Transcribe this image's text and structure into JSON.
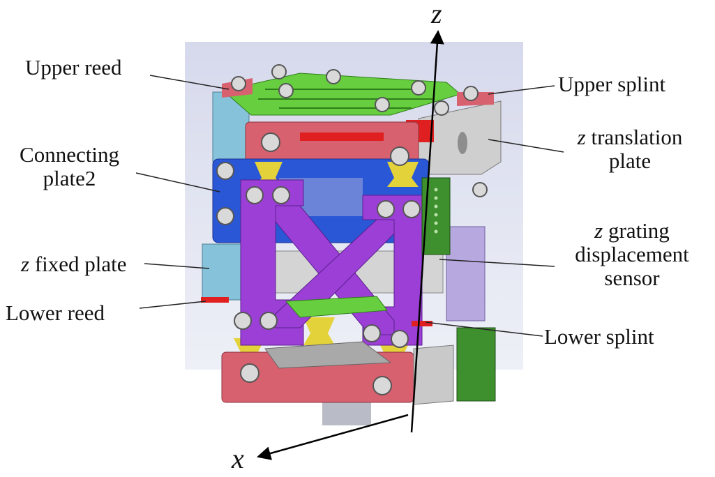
{
  "axes": {
    "z": "z",
    "x": "x"
  },
  "labels": {
    "upper_reed": "Upper reed",
    "connecting_plate2_line1": "Connecting",
    "connecting_plate2_line2": "plate2",
    "z_fixed_plate_var": "z",
    "z_fixed_plate_text": "fixed plate",
    "lower_reed": "Lower reed",
    "upper_splint": "Upper splint",
    "z_translation_plate_var": "z",
    "z_translation_plate_line1": "translation",
    "z_translation_plate_line2": "plate",
    "z_grating_var": "z",
    "z_grating_line1": "grating",
    "z_grating_line2": "displacement",
    "z_grating_line3": "sensor",
    "lower_splint": "Lower splint"
  },
  "colors": {
    "background_panel": "#e4e6f2",
    "frame_red": "#d8616f",
    "x_frame_purple": "#9b3fd6",
    "connecting_plate_blue": "#2a57d6",
    "flexure_yellow": "#e4d23a",
    "reed_green": "#67cf3f",
    "fixed_plate_cyan": "#86c3da",
    "sensor_green": "#3e8f2e",
    "housing_gray": "#c9c9c9"
  }
}
